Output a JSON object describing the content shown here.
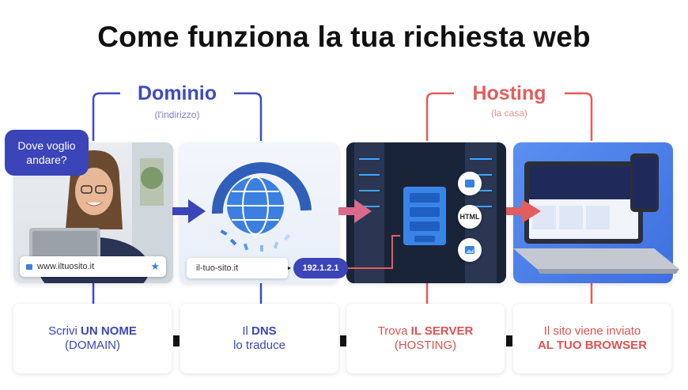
{
  "title": "Come funziona la tua richiesta web",
  "groups": {
    "dominio": {
      "label": "Dominio",
      "sub": "(l'indirizzo)"
    },
    "hosting": {
      "label": "Hosting",
      "sub": "(la casa)"
    }
  },
  "bubble": {
    "line1": "Dove voglio",
    "line2": "andare?"
  },
  "url": "www.iltuosito.it",
  "dns_input": "il-tuo-sito.it",
  "ip": "192.1.2.1",
  "html_label": "HTML",
  "steps": [
    {
      "pre": "Scrivi ",
      "bold": "UN NOME",
      "line2": "(DOMAIN)"
    },
    {
      "pre": "Il ",
      "bold": "DNS",
      "line2": "lo traduce"
    },
    {
      "pre": "Trova ",
      "bold": "IL SERVER",
      "line2": "(HOSTING)"
    },
    {
      "line1": "Il sito viene inviato",
      "bold": "AL TUO BROWSER"
    }
  ],
  "colors": {
    "dominio": "#3d4bbf",
    "hosting": "#e35d5d",
    "arrow": "#3b44b8",
    "panel_blue": "#4a73e8"
  }
}
